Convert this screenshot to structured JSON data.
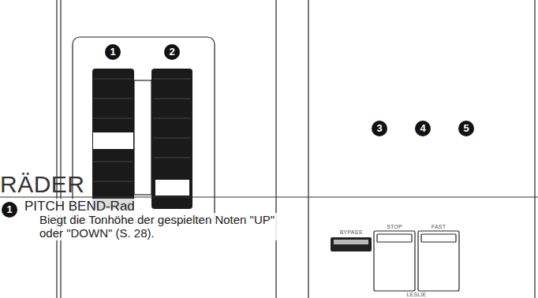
{
  "diagram": {
    "title": "RÄDER",
    "labels": [
      "1",
      "2",
      "3",
      "4",
      "5",
      "BYPASS",
      "STOP",
      "FAST",
      "LESLIE",
      "1",
      "PITCH BEND-Rad",
      "Biegt die Tonhöhe der gespielten Noten \"UP\" oder \"DOWN\" (S. 28)."
    ]
  }
}
